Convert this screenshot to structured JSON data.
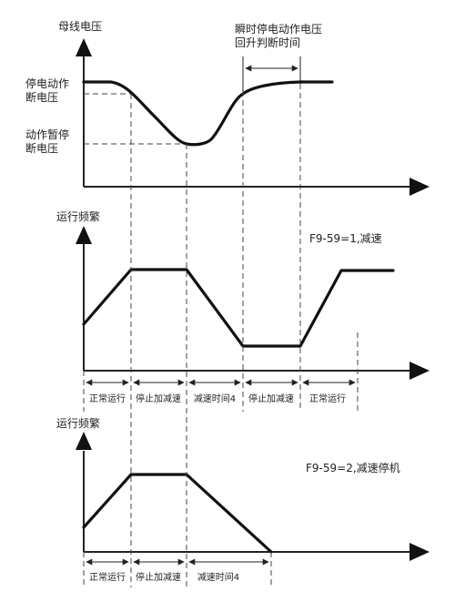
{
  "chart1": {
    "ylabel": "母线电压",
    "label_stop_voltage_line1": "停电动作",
    "label_stop_voltage_line2": "断电压",
    "label_pause_voltage_line1": "动作暂停",
    "label_pause_voltage_line2": "断电压",
    "label_recover_line1": "瞬时停电动作电压",
    "label_recover_line2": "回升判断时间"
  },
  "chart2": {
    "ylabel": "运行频繁",
    "setting": "F9-59=1,减速",
    "segments": [
      "正常运行",
      "停止加减速",
      "减速时间4",
      "停止加减速",
      "正常运行"
    ]
  },
  "chart3": {
    "ylabel": "运行频繁",
    "setting": "F9-59=2,减速停机",
    "segments": [
      "正常运行",
      "停止加减速",
      "减速时间4"
    ]
  }
}
